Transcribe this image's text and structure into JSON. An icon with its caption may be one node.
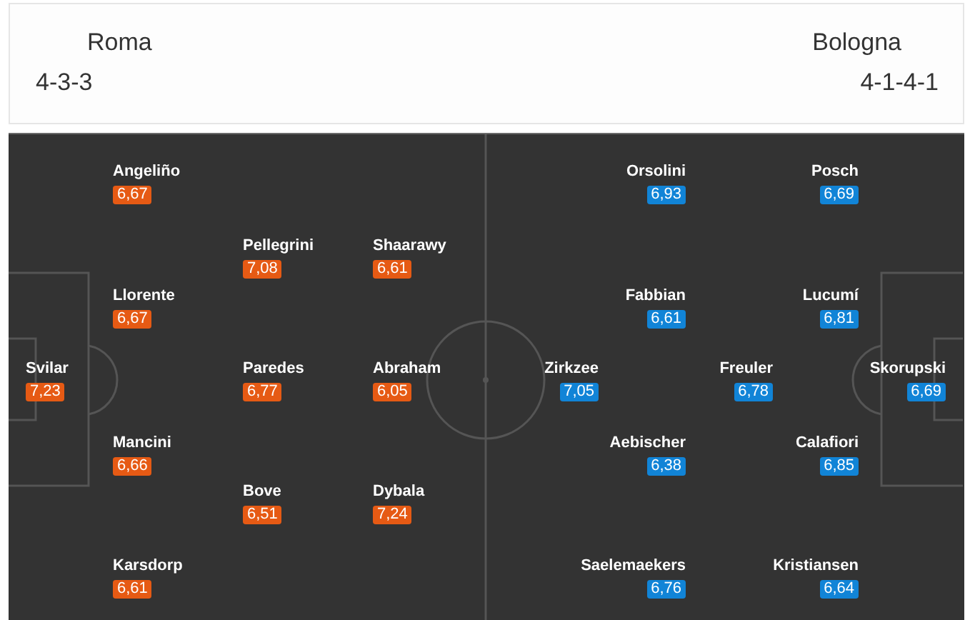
{
  "diagram": {
    "nodes": [
      {
        "text": [
          "Angeliño",
          "6,67"
        ]
      },
      {
        "text": [
          "Orsolini",
          "6,93"
        ]
      },
      {
        "text": [
          "Posch",
          "6,69"
        ]
      },
      {
        "text": [
          "Pellegrini",
          "7,08"
        ]
      },
      {
        "text": [
          "Shaarawy",
          "6,61"
        ]
      },
      {
        "text": [
          "Llorente",
          "6,67"
        ]
      },
      {
        "text": [
          "Fabbian",
          "6,61"
        ]
      },
      {
        "text": [
          "Lucumí",
          "6,81"
        ]
      },
      {
        "text": [
          "Svilar",
          "7,23"
        ]
      },
      {
        "text": [
          "Paredes",
          "6,77"
        ]
      },
      {
        "text": [
          "Abraham",
          "6,05"
        ]
      },
      {
        "text": [
          "Zirkzee",
          "7,05"
        ]
      },
      {
        "text": [
          "Freuler",
          "6,78"
        ]
      },
      {
        "text": [
          "Skorupski",
          "6,69"
        ]
      },
      {
        "text": [
          "Mancini",
          "6,66"
        ]
      },
      {
        "text": [
          "Aebischer",
          "6,38"
        ]
      },
      {
        "text": [
          "Calafiori",
          "6,85"
        ]
      },
      {
        "text": [
          "Bove",
          "6,51"
        ]
      },
      {
        "text": [
          "Dybala",
          "7,24"
        ]
      },
      {
        "text": [
          "Karsdorp",
          "6,61"
        ]
      },
      {
        "text": [
          "Saelemaekers",
          "6,76"
        ]
      },
      {
        "text": [
          "Kristiansen",
          "6,64"
        ]
      }
    ],
    "labels": [
      "Roma",
      "Bologna",
      "4-3-3",
      "4-1-4-1"
    ]
  }
}
